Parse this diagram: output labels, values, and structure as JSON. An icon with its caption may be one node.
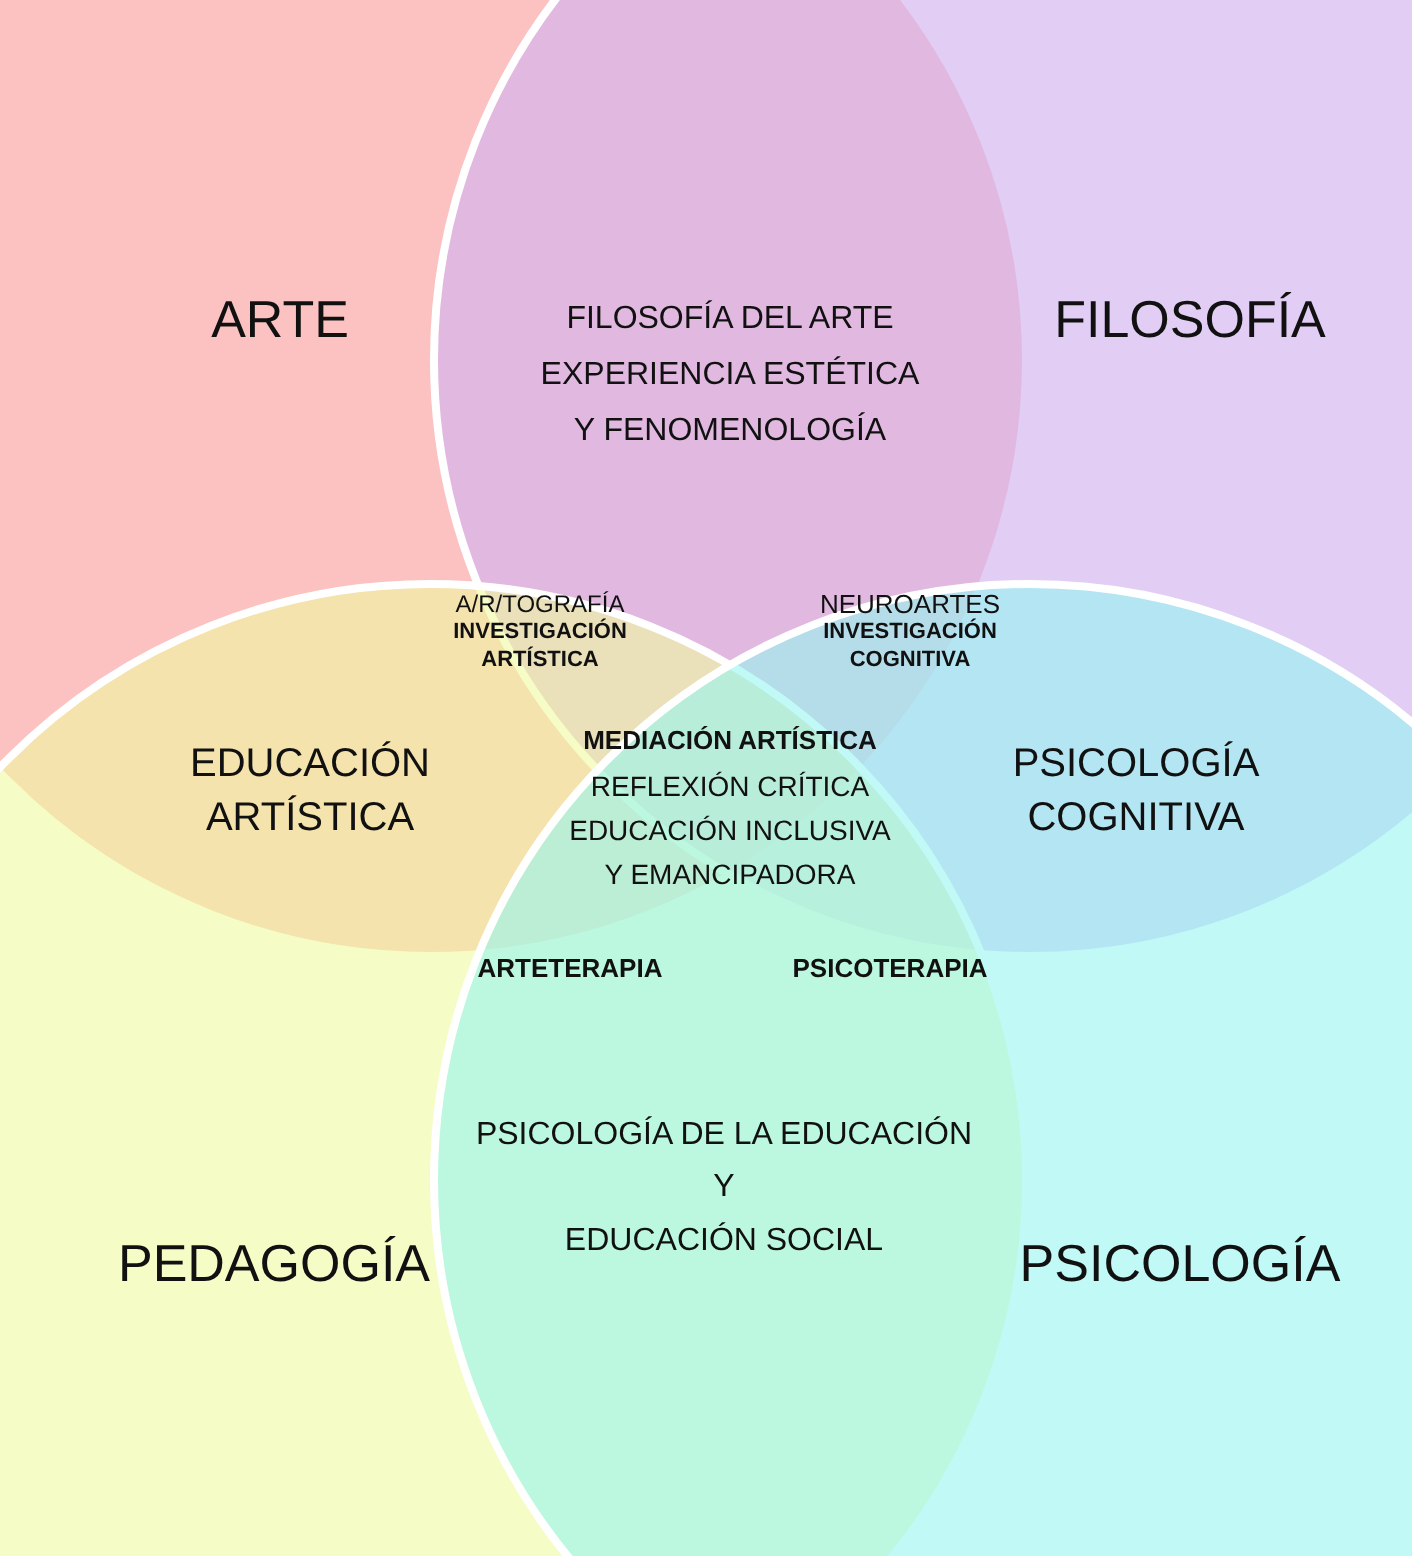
{
  "diagram": {
    "nodes": [
      {
        "text": [
          "ARTE"
        ]
      },
      {
        "text": [
          "FILOSOFÍA"
        ]
      },
      {
        "text": [
          "PEDAGOGÍA"
        ]
      },
      {
        "text": [
          "PSICOLOGÍA"
        ]
      }
    ],
    "labels": [
      "FILOSOFÍA DEL ARTE",
      "EXPERIENCIA ESTÉTICA",
      "Y FENOMENOLOGÍA",
      "A/R/TOGRAFÍA",
      "INVESTIGACIÓN",
      "ARTÍSTICA",
      "NEUROARTES",
      "INVESTIGACIÓN",
      "COGNITIVA",
      "EDUCACIÓN ARTÍSTICA",
      "PSICOLOGÍA COGNITIVA",
      "MEDIACIÓN ARTÍSTICA",
      "REFLEXIÓN CRÍTICA",
      "EDUCACIÓN INCLUSIVA",
      "Y EMANCIPADORA",
      "ARTETERAPIA",
      "PSICOTERAPIA",
      "PSICOLOGÍA DE LA EDUCACIÓN",
      "Y",
      "EDUCACIÓN SOCIAL"
    ]
  }
}
